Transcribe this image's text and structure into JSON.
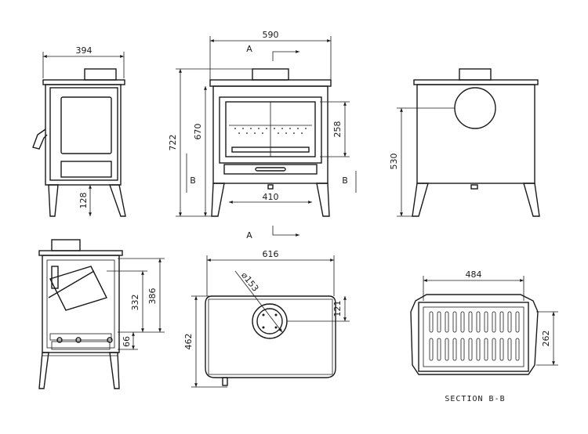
{
  "drawing": {
    "side_view": {
      "width_label": "394",
      "leg_label": "128"
    },
    "front_view": {
      "width_label": "590",
      "height_label": "722",
      "door_height_label": "670",
      "window_label": "258",
      "base_width_label": "410",
      "section_a_label": "A",
      "section_a_label_bottom": "A",
      "section_b_label_left": "B",
      "section_b_label_right": "B"
    },
    "rear_view": {
      "flue_height_label": "530"
    },
    "cutaway_view": {
      "label_386": "386",
      "label_332": "332",
      "label_66": "66"
    },
    "top_view": {
      "width_label": "616",
      "depth_label": "462",
      "flue_diameter_label": "⌀153",
      "offset_label": "121"
    },
    "section_view": {
      "width_label": "484",
      "height_label": "262",
      "title": "SECTION B-B"
    }
  }
}
